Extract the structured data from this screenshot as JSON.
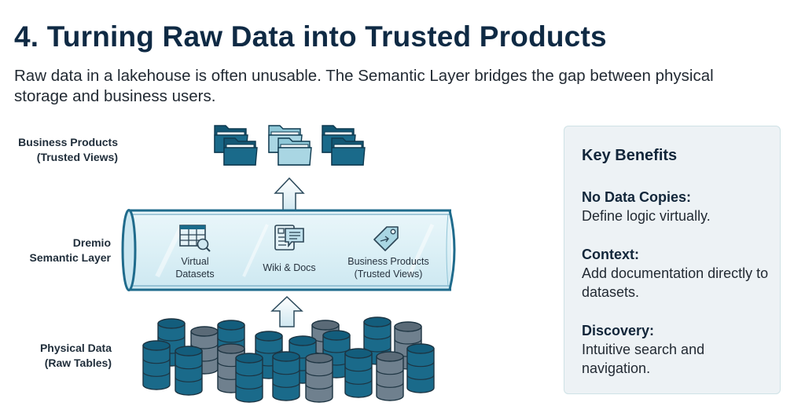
{
  "header": {
    "title": "4. Turning Raw Data into Trusted Products",
    "subtitle": "Raw data in a lakehouse is often unusable. The Semantic Layer bridges the gap between physical storage and business users."
  },
  "diagram": {
    "layers": [
      {
        "name": "business-products",
        "label_line1": "Business Products",
        "label_line2": "(Trusted Views)"
      },
      {
        "name": "semantic-layer",
        "label_line1": "Dremio",
        "label_line2": "Semantic Layer"
      },
      {
        "name": "physical-data",
        "label_line1": "Physical Data",
        "label_line2": "(Raw Tables)"
      }
    ],
    "semantic_items": [
      {
        "icon": "table-search-icon",
        "line1": "Virtual",
        "line2": "Datasets"
      },
      {
        "icon": "wiki-docs-icon",
        "line1": "Wiki & Docs",
        "line2": ""
      },
      {
        "icon": "tag-icon",
        "line1": "Business Products",
        "line2": "(Trusted Views)"
      }
    ],
    "colors": {
      "dark_teal": "#1a6a8a",
      "light_teal": "#a9d6e3",
      "gray": "#6f808e",
      "tube_fill": "#dff0f6",
      "tube_stroke": "#1f6b8c"
    }
  },
  "benefits": {
    "title": "Key Benefits",
    "items": [
      {
        "title": "No Data Copies:",
        "text": "Define logic virtually."
      },
      {
        "title": "Context:",
        "text": "Add documentation directly to datasets."
      },
      {
        "title": "Discovery:",
        "text": "Intuitive search and navigation."
      }
    ]
  }
}
